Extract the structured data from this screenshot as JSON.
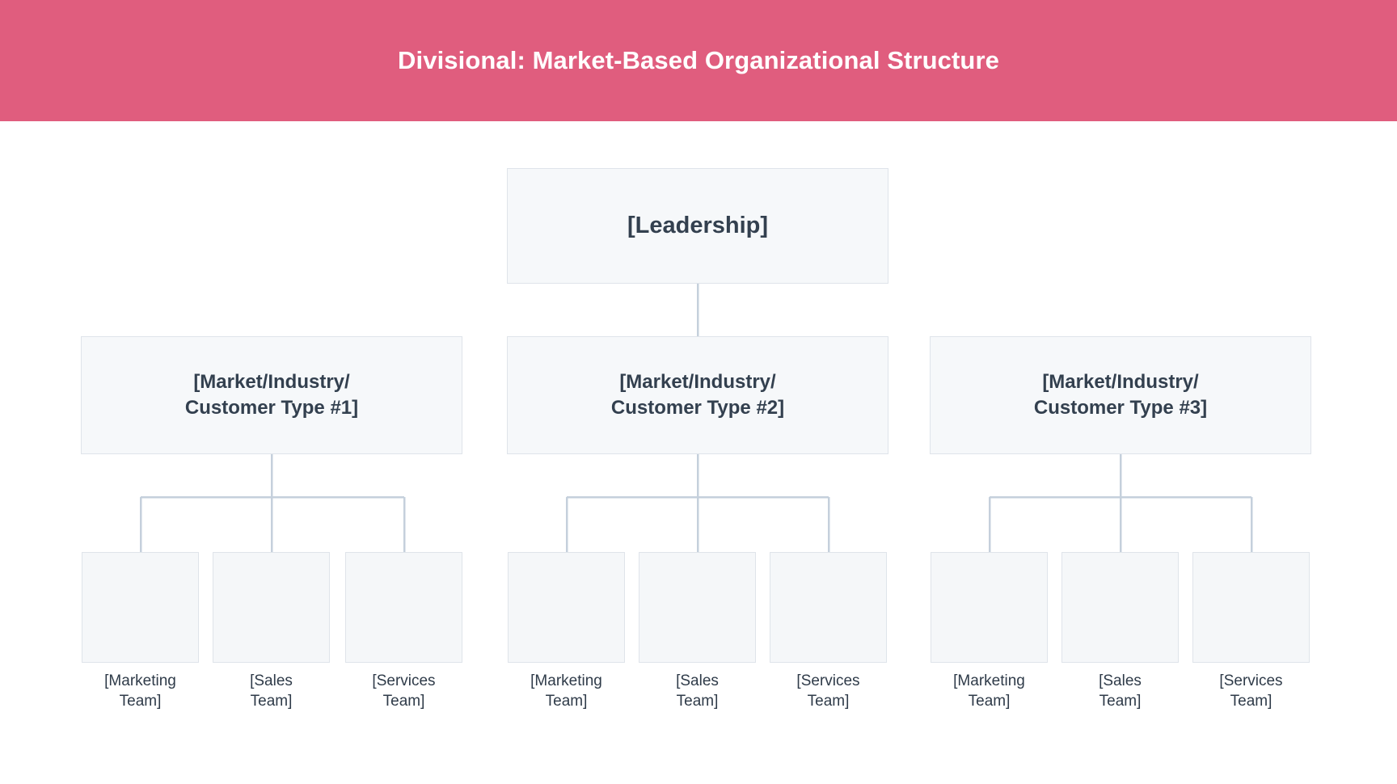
{
  "header": {
    "title": "Divisional: Market-Based Organizational Structure",
    "background_color": "#E05D7E",
    "text_color": "#FFFFFF"
  },
  "theme": {
    "page_background": "#FFFFFF",
    "node_fill": "#F6F8FA",
    "leaf_fill": "#F5F7F9",
    "node_border": "#DFE4EA",
    "connector_color": "#C5D0DC",
    "node_text_color": "#33404F",
    "caption_text_color": "#2F3B49"
  },
  "chart_data": {
    "type": "diagram",
    "diagram_type": "organizational-chart",
    "title": "Divisional: Market-Based Organizational Structure",
    "orientation": "top-down",
    "levels": 3,
    "root": {
      "id": "leadership",
      "label": "[Leadership]"
    },
    "divisions": [
      {
        "id": "division-1",
        "label_line1": "[Market/Industry/",
        "label_line2": "Customer Type #1]",
        "teams": [
          {
            "id": "d1-marketing",
            "caption_line1": "[Marketing",
            "caption_line2": "Team]"
          },
          {
            "id": "d1-sales",
            "caption_line1": "[Sales",
            "caption_line2": "Team]"
          },
          {
            "id": "d1-services",
            "caption_line1": "[Services",
            "caption_line2": "Team]"
          }
        ]
      },
      {
        "id": "division-2",
        "label_line1": "[Market/Industry/",
        "label_line2": "Customer Type #2]",
        "teams": [
          {
            "id": "d2-marketing",
            "caption_line1": "[Marketing",
            "caption_line2": "Team]"
          },
          {
            "id": "d2-sales",
            "caption_line1": "[Sales",
            "caption_line2": "Team]"
          },
          {
            "id": "d2-services",
            "caption_line1": "[Services",
            "caption_line2": "Team]"
          }
        ]
      },
      {
        "id": "division-3",
        "label_line1": "[Market/Industry/",
        "label_line2": "Customer Type #3]",
        "teams": [
          {
            "id": "d3-marketing",
            "caption_line1": "[Marketing",
            "caption_line2": "Team]"
          },
          {
            "id": "d3-sales",
            "caption_line1": "[Sales",
            "caption_line2": "Team]"
          },
          {
            "id": "d3-services",
            "caption_line1": "[Services",
            "caption_line2": "Team]"
          }
        ]
      }
    ]
  }
}
